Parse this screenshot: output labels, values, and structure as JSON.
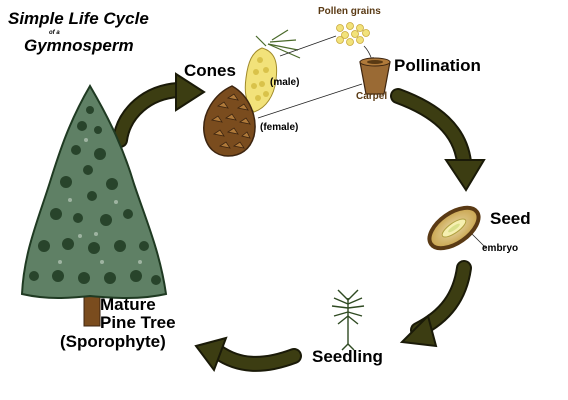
{
  "title": {
    "line1": "Simple Life Cycle",
    "of_a": "of a",
    "line2": "Gymnosperm"
  },
  "stages": {
    "cones": "Cones",
    "pollination": "Pollination",
    "seed": "Seed",
    "seedling": "Seedling",
    "mature_line1": "Mature",
    "mature_line2": "Pine Tree",
    "mature_line3": "(Sporophyte)"
  },
  "labels": {
    "pollen_grains": "Pollen grains",
    "male": "(male)",
    "female": "(female)",
    "carpel": "Carpel",
    "embryo": "embryo"
  },
  "colors": {
    "arrow": "#3c3d12",
    "pine_dark": "#1f3a22",
    "pine_mid": "#5f8065",
    "cone_brown": "#7a4c1e",
    "pollen_yellow": "#f2e27a",
    "label_brown": "#5a3a14"
  }
}
